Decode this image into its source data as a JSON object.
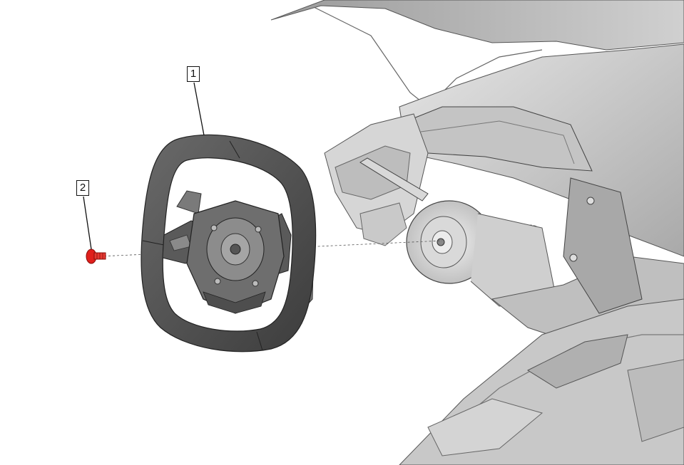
{
  "callouts": [
    {
      "id": "1",
      "part": "steering-wheel"
    },
    {
      "id": "2",
      "part": "bolt"
    }
  ],
  "colors": {
    "bolt": "#e0201c",
    "wheel_dark": "#4a4a4a",
    "interior_light": "#d9d9d9",
    "interior_mid": "#b5b5b5",
    "line": "#222222"
  }
}
